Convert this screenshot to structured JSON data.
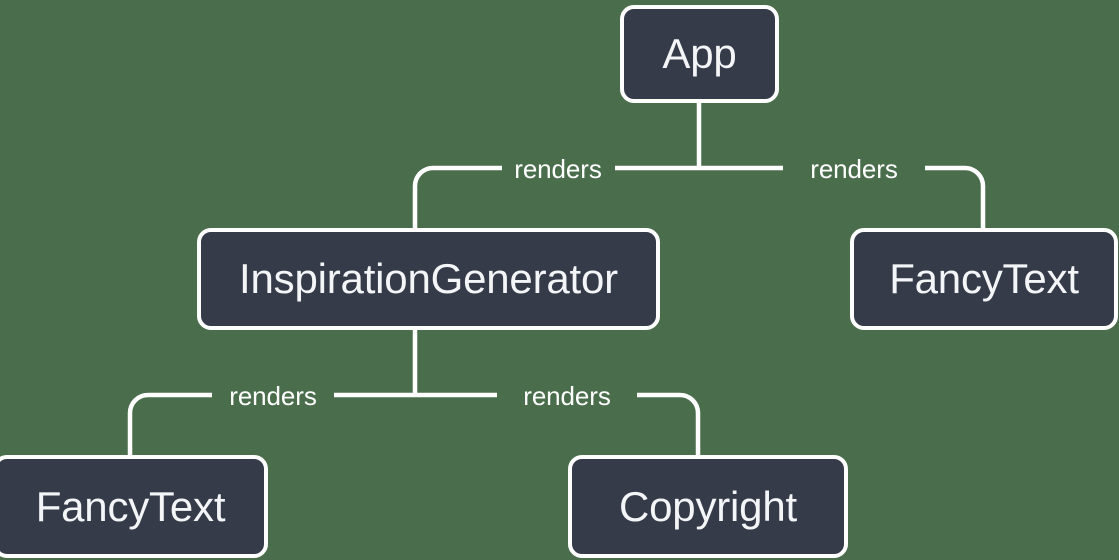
{
  "diagram": {
    "type": "component-tree",
    "background_color": "#4a6d4c",
    "node_fill_color": "#353b49",
    "node_border_color": "#ffffff",
    "node_text_color": "#f4f5f7",
    "edge_color": "#ffffff",
    "nodes": [
      {
        "id": "app",
        "label": "App"
      },
      {
        "id": "inspiration-generator",
        "label": "InspirationGenerator"
      },
      {
        "id": "fancy-text-right",
        "label": "FancyText"
      },
      {
        "id": "fancy-text-bottom-left",
        "label": "FancyText"
      },
      {
        "id": "copyright",
        "label": "Copyright"
      }
    ],
    "edges": [
      {
        "from": "app",
        "to": "inspiration-generator",
        "label": "renders"
      },
      {
        "from": "app",
        "to": "fancy-text-right",
        "label": "renders"
      },
      {
        "from": "inspiration-generator",
        "to": "fancy-text-bottom-left",
        "label": "renders"
      },
      {
        "from": "inspiration-generator",
        "to": "copyright",
        "label": "renders"
      }
    ]
  }
}
